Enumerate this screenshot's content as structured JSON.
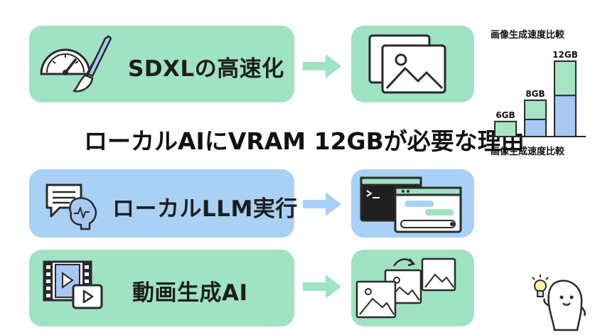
{
  "rows": [
    {
      "label": "SDXLの高速化",
      "color": "#9fe3c4"
    },
    {
      "label": "ローカルLLM実行",
      "color": "#a9d1f5"
    },
    {
      "label": "動画生成AI",
      "color": "#9fe3c4"
    }
  ],
  "main_title": "ローカルAIにVRAM 12GBが必要な理由",
  "chart": {
    "title_top": "画像生成速度比較",
    "title_bottom": "画像生成速度比較"
  },
  "chart_data": {
    "type": "bar",
    "categories": [
      "6GB",
      "8GB",
      "12GB"
    ],
    "series": [
      {
        "values": [
          22,
          28,
          50
        ]
      },
      {
        "values": [
          0,
          25,
          60
        ]
      }
    ],
    "title": "画像生成速度比較",
    "xlabel": "画像生成速度比較",
    "ylabel": "",
    "stacked": true,
    "grid": false
  },
  "colors": {
    "green": "#9fe3c4",
    "blue": "#a9d1f5",
    "chart_green": "#a6e4c6",
    "chart_blue": "#a7c8f4"
  },
  "icons": [
    "speedometer-icon",
    "paintbrush-icon",
    "image-stack-icon",
    "chat-bubble-icon",
    "brain-icon",
    "terminal-window-icon",
    "film-strip-icon",
    "video-play-icon",
    "image-sequence-icon",
    "lightbulb-icon",
    "mascot-character"
  ]
}
